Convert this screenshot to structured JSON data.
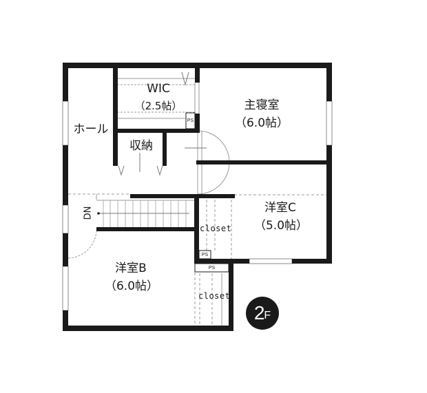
{
  "floor_label": {
    "number": "2",
    "suffix": "F"
  },
  "rooms": {
    "wic": {
      "name": "WIC",
      "size": "（2.5帖）"
    },
    "hall": {
      "name": "ホール"
    },
    "storage": {
      "name": "収納"
    },
    "master_bedroom": {
      "name": "主寝室",
      "size": "（6.0帖）"
    },
    "western_room_c": {
      "name": "洋室C",
      "size": "（5.0帖）"
    },
    "western_room_b": {
      "name": "洋室B",
      "size": "（6.0帖）"
    },
    "closet_c": {
      "name": "closet"
    },
    "closet_b": {
      "name": "closet"
    }
  },
  "fixtures": {
    "ps_wic": "PS",
    "ps_closet_c": "PS",
    "ps_lower": "PS",
    "stairs_label": "DN"
  },
  "colors": {
    "wall": "#1a1a1a",
    "thin_line": "#9a9a9a",
    "badge": "#1a1a1a"
  }
}
